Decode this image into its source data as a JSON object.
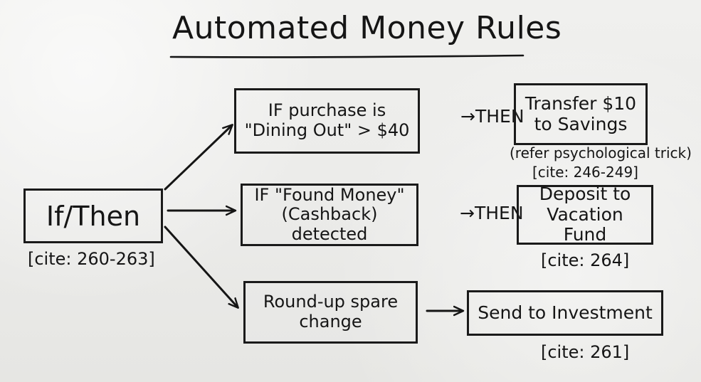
{
  "title": "Automated Money Rules",
  "root": {
    "label": "If/Then",
    "cite": "[cite: 260-263]"
  },
  "rules": [
    {
      "condition": "IF purchase is\n\"Dining Out\" > $40",
      "connector": "→THEN",
      "action": "Transfer $10\nto Savings",
      "note": "(refer psychological trick)",
      "cite": "[cite: 246-249]"
    },
    {
      "condition": "IF \"Found Money\"\n(Cashback) detected",
      "connector": "→THEN",
      "action": "Deposit to\nVacation Fund",
      "cite": "[cite: 264]"
    },
    {
      "condition": "Round-up spare\nchange",
      "action": "Send to Investment",
      "cite": "[cite: 261]"
    }
  ],
  "colors": {
    "board": "#ececea",
    "ink": "#151515"
  }
}
